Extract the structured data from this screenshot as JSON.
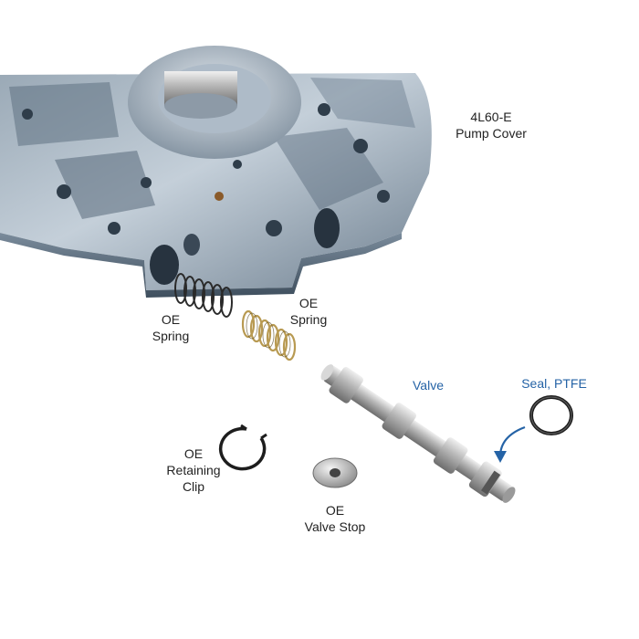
{
  "labels": {
    "pump_cover": [
      "4L60-E",
      "Pump Cover"
    ],
    "spring_left": [
      "OE",
      "Spring"
    ],
    "spring_right": [
      "OE",
      "Spring"
    ],
    "valve": "Valve",
    "seal": "Seal, PTFE",
    "retaining_clip": [
      "OE",
      "Retaining",
      "Clip"
    ],
    "valve_stop": [
      "OE",
      "Valve Stop"
    ]
  },
  "colors": {
    "callout_blue": "#2563a6",
    "label_text": "#222222",
    "metal_dark": "#5f7182",
    "metal_light": "#b9c6d2",
    "spring_brass": "#b89a52"
  }
}
